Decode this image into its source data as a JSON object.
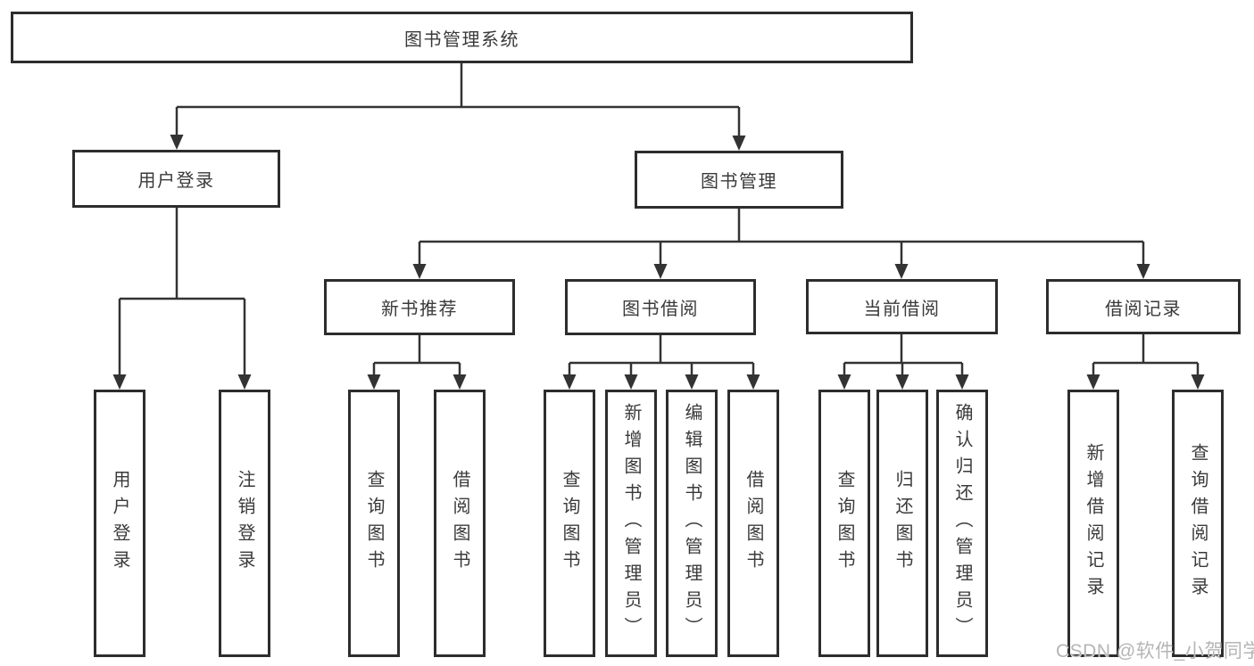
{
  "tree": {
    "root": "图书管理系统",
    "login": {
      "label": "用户登录",
      "leaves": [
        "用户登录",
        "注销登录"
      ]
    },
    "manage": {
      "label": "图书管理",
      "groups": [
        {
          "label": "新书推荐",
          "leaves": [
            "查询图书",
            "借阅图书"
          ]
        },
        {
          "label": "图书借阅",
          "leaves": [
            "查询图书",
            "新增图书（管理员）",
            "编辑图书（管理员）",
            "借阅图书"
          ]
        },
        {
          "label": "当前借阅",
          "leaves": [
            "查询图书",
            "归还图书",
            "确认归还（管理员）"
          ]
        },
        {
          "label": "借阅记录",
          "leaves": [
            "新增借阅记录",
            "查询借阅记录"
          ]
        }
      ]
    }
  },
  "watermark": "CSDN @软件_小贺同学",
  "colors": {
    "box_border": "#2d2d2d",
    "line": "#333333",
    "text": "#3a3a3a",
    "watermark": "#b5b5b5",
    "background": "#ffffff"
  }
}
